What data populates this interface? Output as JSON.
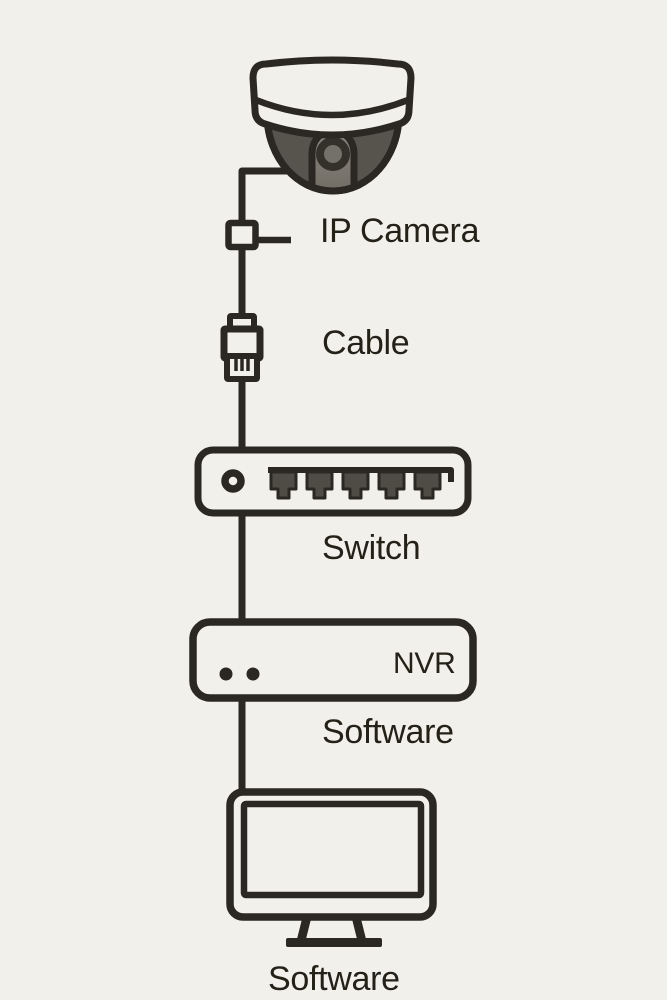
{
  "diagram": {
    "type": "vertical-flow",
    "background_color": "#f2f0ea",
    "line_color": "#2b2823",
    "text_color": "#242118",
    "nodes": [
      {
        "id": "ip-camera",
        "icon": "dome-camera-icon",
        "label": "IP Camera"
      },
      {
        "id": "cable",
        "icon": "rj45-cable-connector-icon",
        "label": "Cable"
      },
      {
        "id": "switch",
        "icon": "network-switch-icon",
        "label": "Switch"
      },
      {
        "id": "nvr",
        "icon": "nvr-recorder-icon",
        "device_label": "NVR",
        "label": "Software"
      },
      {
        "id": "monitor",
        "icon": "computer-monitor-icon",
        "label": "Software"
      }
    ],
    "connections": [
      {
        "from": "ip-camera",
        "to": "cable"
      },
      {
        "from": "cable",
        "to": "switch"
      },
      {
        "from": "switch",
        "to": "nvr"
      },
      {
        "from": "nvr",
        "to": "monitor"
      }
    ],
    "icon_colors": {
      "dome_fill": "#57544e",
      "lens_housing_top": "#8c8881",
      "lens_housing_bottom": "#6f6b63",
      "lens_ring": "#34312b",
      "lens_center": "#74706a",
      "port_fill": "#4f4c46"
    }
  }
}
